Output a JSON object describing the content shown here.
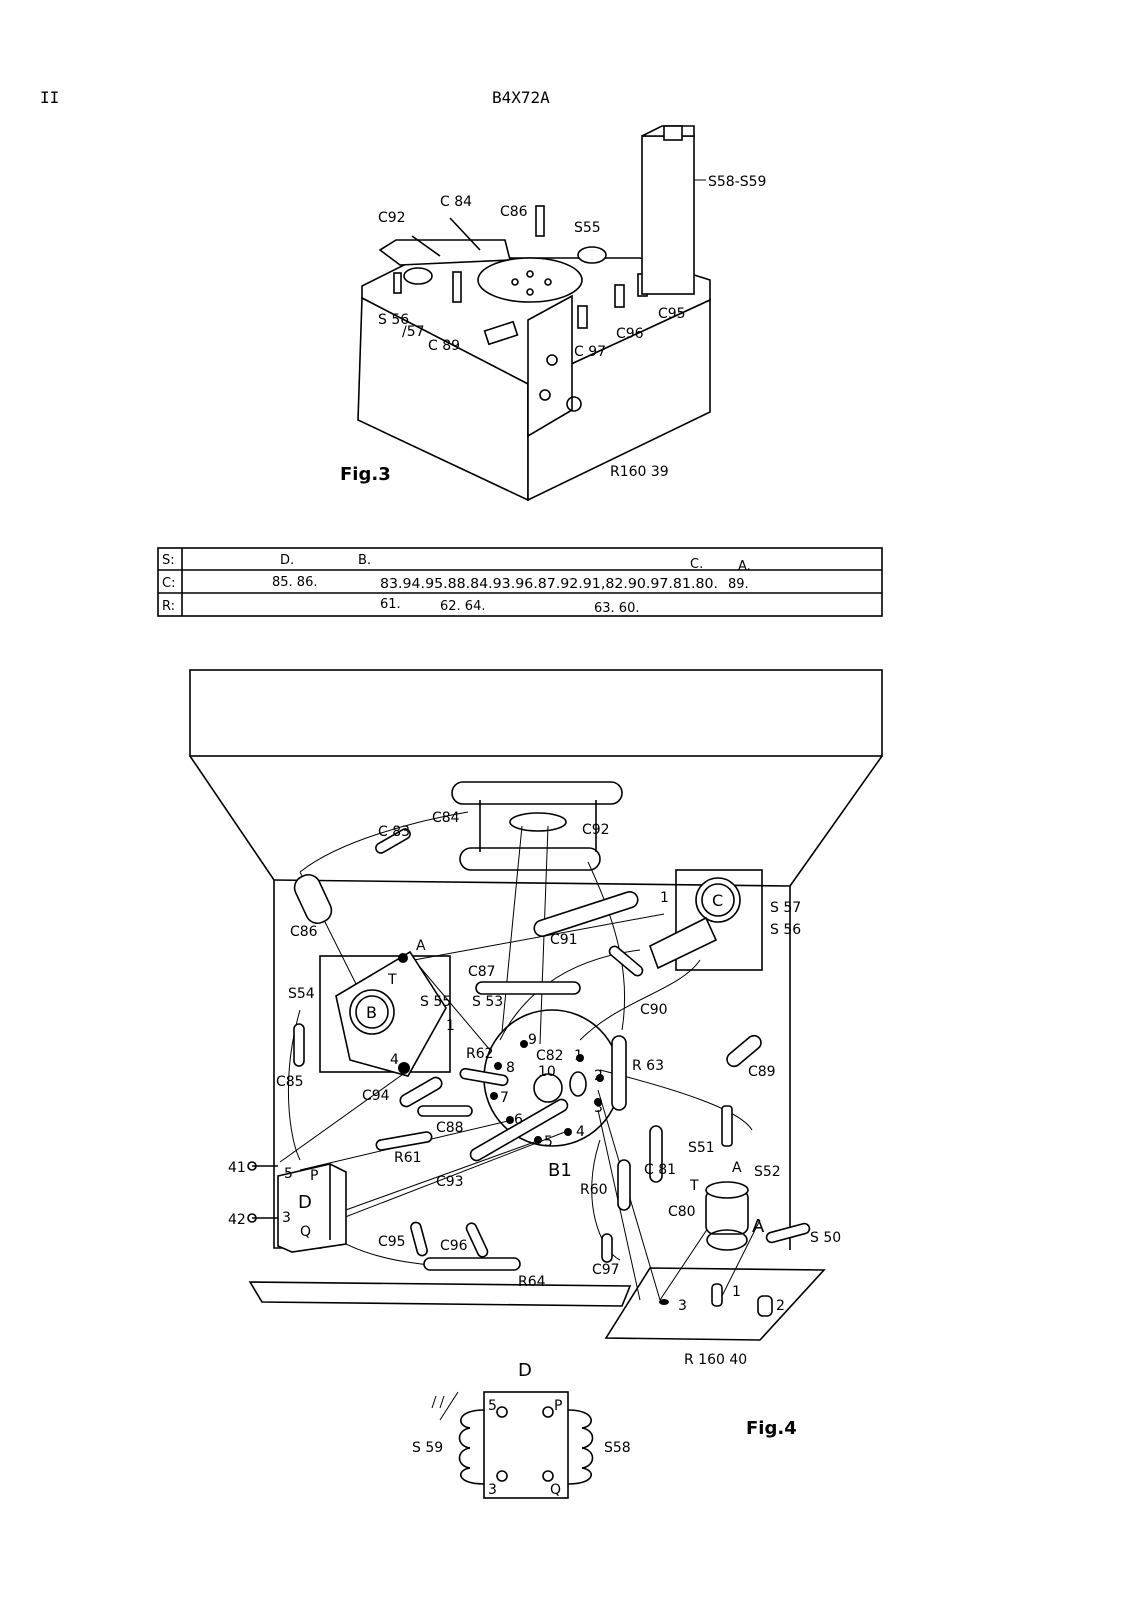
{
  "header": {
    "page_number": "II",
    "doc_code": "B4X72A"
  },
  "fig3": {
    "caption": "Fig.3",
    "ref": "R160 39",
    "labels": {
      "c84": "C 84",
      "c92": "C92",
      "c86": "C86",
      "s55": "S55",
      "s58s59": "S58-S59",
      "s5657": "S 56",
      "s57": "/57",
      "c89": "C 89",
      "c97": "C 97",
      "c96": "C96",
      "c95": "C95"
    }
  },
  "table": {
    "rows": [
      {
        "key": "S:",
        "cells": [
          "D.",
          "B.",
          "C.",
          "A."
        ]
      },
      {
        "key": "C:",
        "cells": [
          "85. 86.",
          "83.94.95.88.84.93.96.87.92.91,82.90.97.81.80.",
          "89."
        ]
      },
      {
        "key": "R:",
        "cells": [
          "61.",
          "62. 64.",
          "63. 60."
        ]
      }
    ]
  },
  "fig4": {
    "caption": "Fig.4",
    "ref": "R 160 40",
    "detail_title": "D",
    "labels": {
      "c83": "C 83",
      "c84": "C84",
      "c92": "C92",
      "c86": "C86",
      "c91": "C91",
      "c87": "C87",
      "c90": "C90",
      "c82": "C82",
      "r62": "R62",
      "r63": "R 63",
      "c89": "C89",
      "c85": "C85",
      "c94": "C94",
      "c88": "C88",
      "r61": "R61",
      "c93": "C93",
      "b1": "B1",
      "r60": "R60",
      "c81": "C 81",
      "c80": "C80",
      "s51": "S51",
      "s52": "S52",
      "s50": "S 50",
      "s54": "S54",
      "s55": "S 55",
      "s53": "S 53",
      "s57": "S 57",
      "s56": "S 56",
      "c95": "C95",
      "c96": "C96",
      "c97": "C97",
      "r64": "R64",
      "t410": "41",
      "t420": "42",
      "d": "D",
      "p": "P",
      "q": "Q",
      "n5": "5",
      "n3": "3",
      "a": "A",
      "b": "B",
      "c": "C",
      "t": "T",
      "n1": "1",
      "n2": "2",
      "n4": "4",
      "n6": "6",
      "n7": "7",
      "n8": "8",
      "n9": "9",
      "n10": "10",
      "s58": "S58",
      "s59": "S 59"
    }
  }
}
